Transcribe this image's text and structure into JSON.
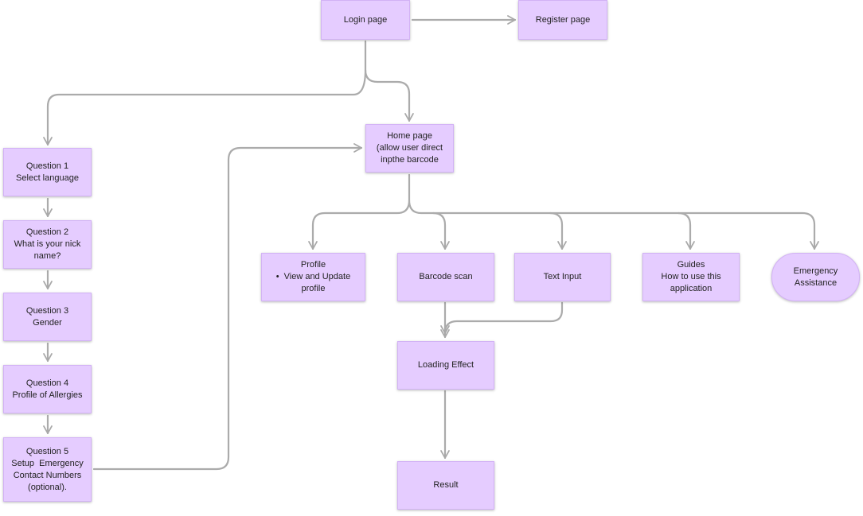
{
  "nodes": {
    "login": [
      "Login page"
    ],
    "register": [
      "Register page"
    ],
    "home": [
      "Home page",
      "(allow user direct",
      "inpthe barcode"
    ],
    "q1": [
      "Question 1",
      "Select language"
    ],
    "q2": [
      "Question 2",
      "What is your nick",
      "name?"
    ],
    "q3": [
      "Question 3",
      "Gender"
    ],
    "q4": [
      "Question 4",
      "Profile of Allergies"
    ],
    "q5": [
      "Question 5",
      "Setup  Emergency",
      "Contact Numbers",
      "(optional)."
    ],
    "profile": {
      "title": "Profile",
      "bullet": "View and Update",
      "cont": "profile"
    },
    "barcode": [
      "Barcode scan"
    ],
    "text_input": [
      "Text Input"
    ],
    "guides": [
      "Guides",
      "How to use this",
      "application"
    ],
    "emergency": [
      "Emergency",
      "Assistance"
    ],
    "loading": [
      "Loading Effect"
    ],
    "result": [
      "Result"
    ]
  },
  "colors": {
    "node_fill": "#e5ccff",
    "node_border": "#d2b2f5",
    "connector": "#a8a8a8"
  }
}
